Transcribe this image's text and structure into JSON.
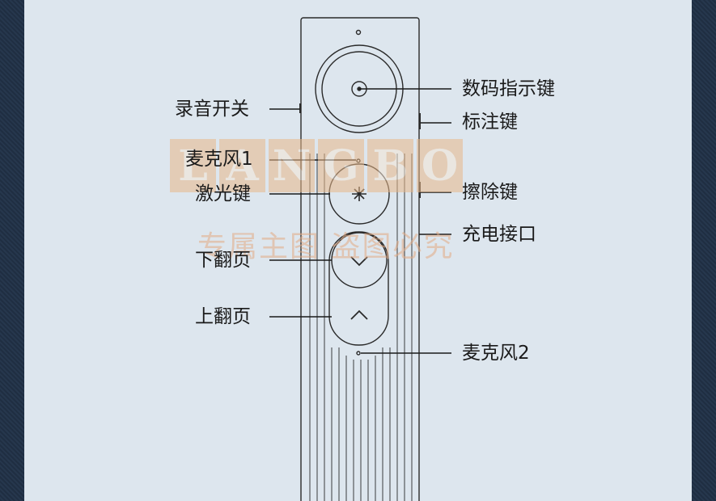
{
  "labels": {
    "record_switch": "录音开关",
    "mic1": "麦克风1",
    "laser_key": "激光键",
    "page_down": "下翻页",
    "page_up": "上翻页",
    "digital_pointer_key": "数码指示键",
    "annotation_key": "标注键",
    "erase_key": "擦除键",
    "charging_port": "充电接口",
    "mic2": "麦克风2"
  },
  "watermark": {
    "letters": [
      "L",
      "A",
      "N",
      "G",
      "B",
      "O"
    ],
    "chinese": "专属主图  盗图必究"
  },
  "colors": {
    "panel": "#dde6ee",
    "border": "#223247",
    "line": "#2a2a2a",
    "watermark": "#e9b88a"
  }
}
